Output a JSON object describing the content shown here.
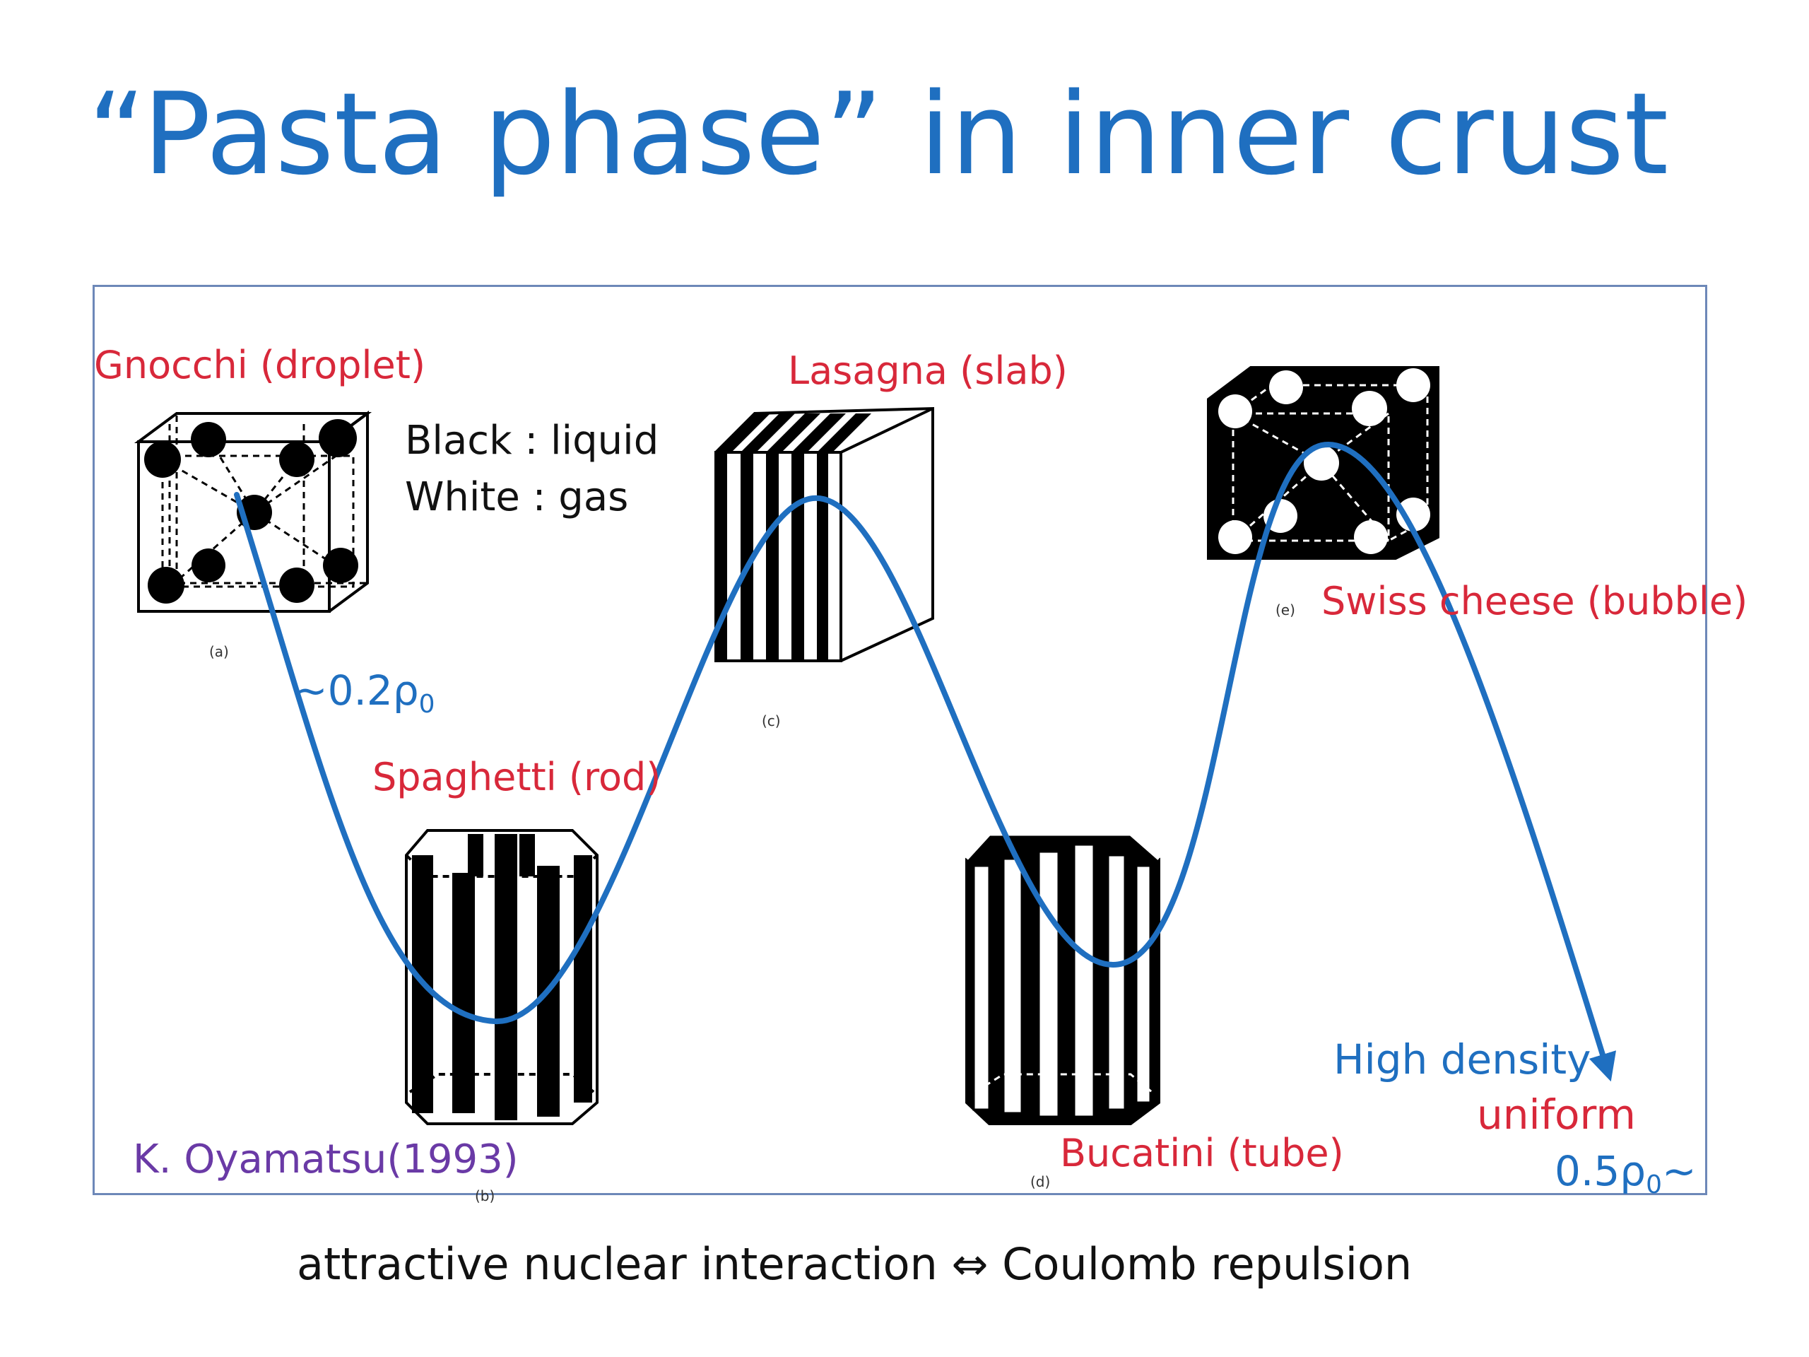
{
  "slide": {
    "title": "“Pasta phase” in inner crust",
    "footer": "attractive nuclear interaction ⇔ Coulomb repulsion"
  },
  "diagram": {
    "phases": {
      "gnocchi": {
        "label": "Gnocchi (droplet)",
        "panel": "(a)"
      },
      "spaghetti": {
        "label": "Spaghetti (rod)",
        "panel": "(b)"
      },
      "lasagna": {
        "label": "Lasagna (slab)",
        "panel": "(c)"
      },
      "bucatini": {
        "label": "Bucatini (tube)",
        "panel": "(d)"
      },
      "swiss_cheese": {
        "label": "Swiss cheese (bubble)",
        "panel": "(e)"
      }
    },
    "legend": {
      "black": "Black : liquid",
      "white": "White : gas"
    },
    "density": {
      "low_prefix": "~0.2ρ",
      "low_sub": "0",
      "high_line1": "High density",
      "high_line2": "uniform",
      "high_value": "0.5ρ",
      "high_sub": "0",
      "high_suffix": "~"
    },
    "citation": "K. Oyamatsu(1993)",
    "colors": {
      "title": "#1f6fc0",
      "curve": "#1f6fc0",
      "labels": "#d8283a",
      "citation": "#6a3aa6",
      "frame": "#6d88b8"
    }
  }
}
